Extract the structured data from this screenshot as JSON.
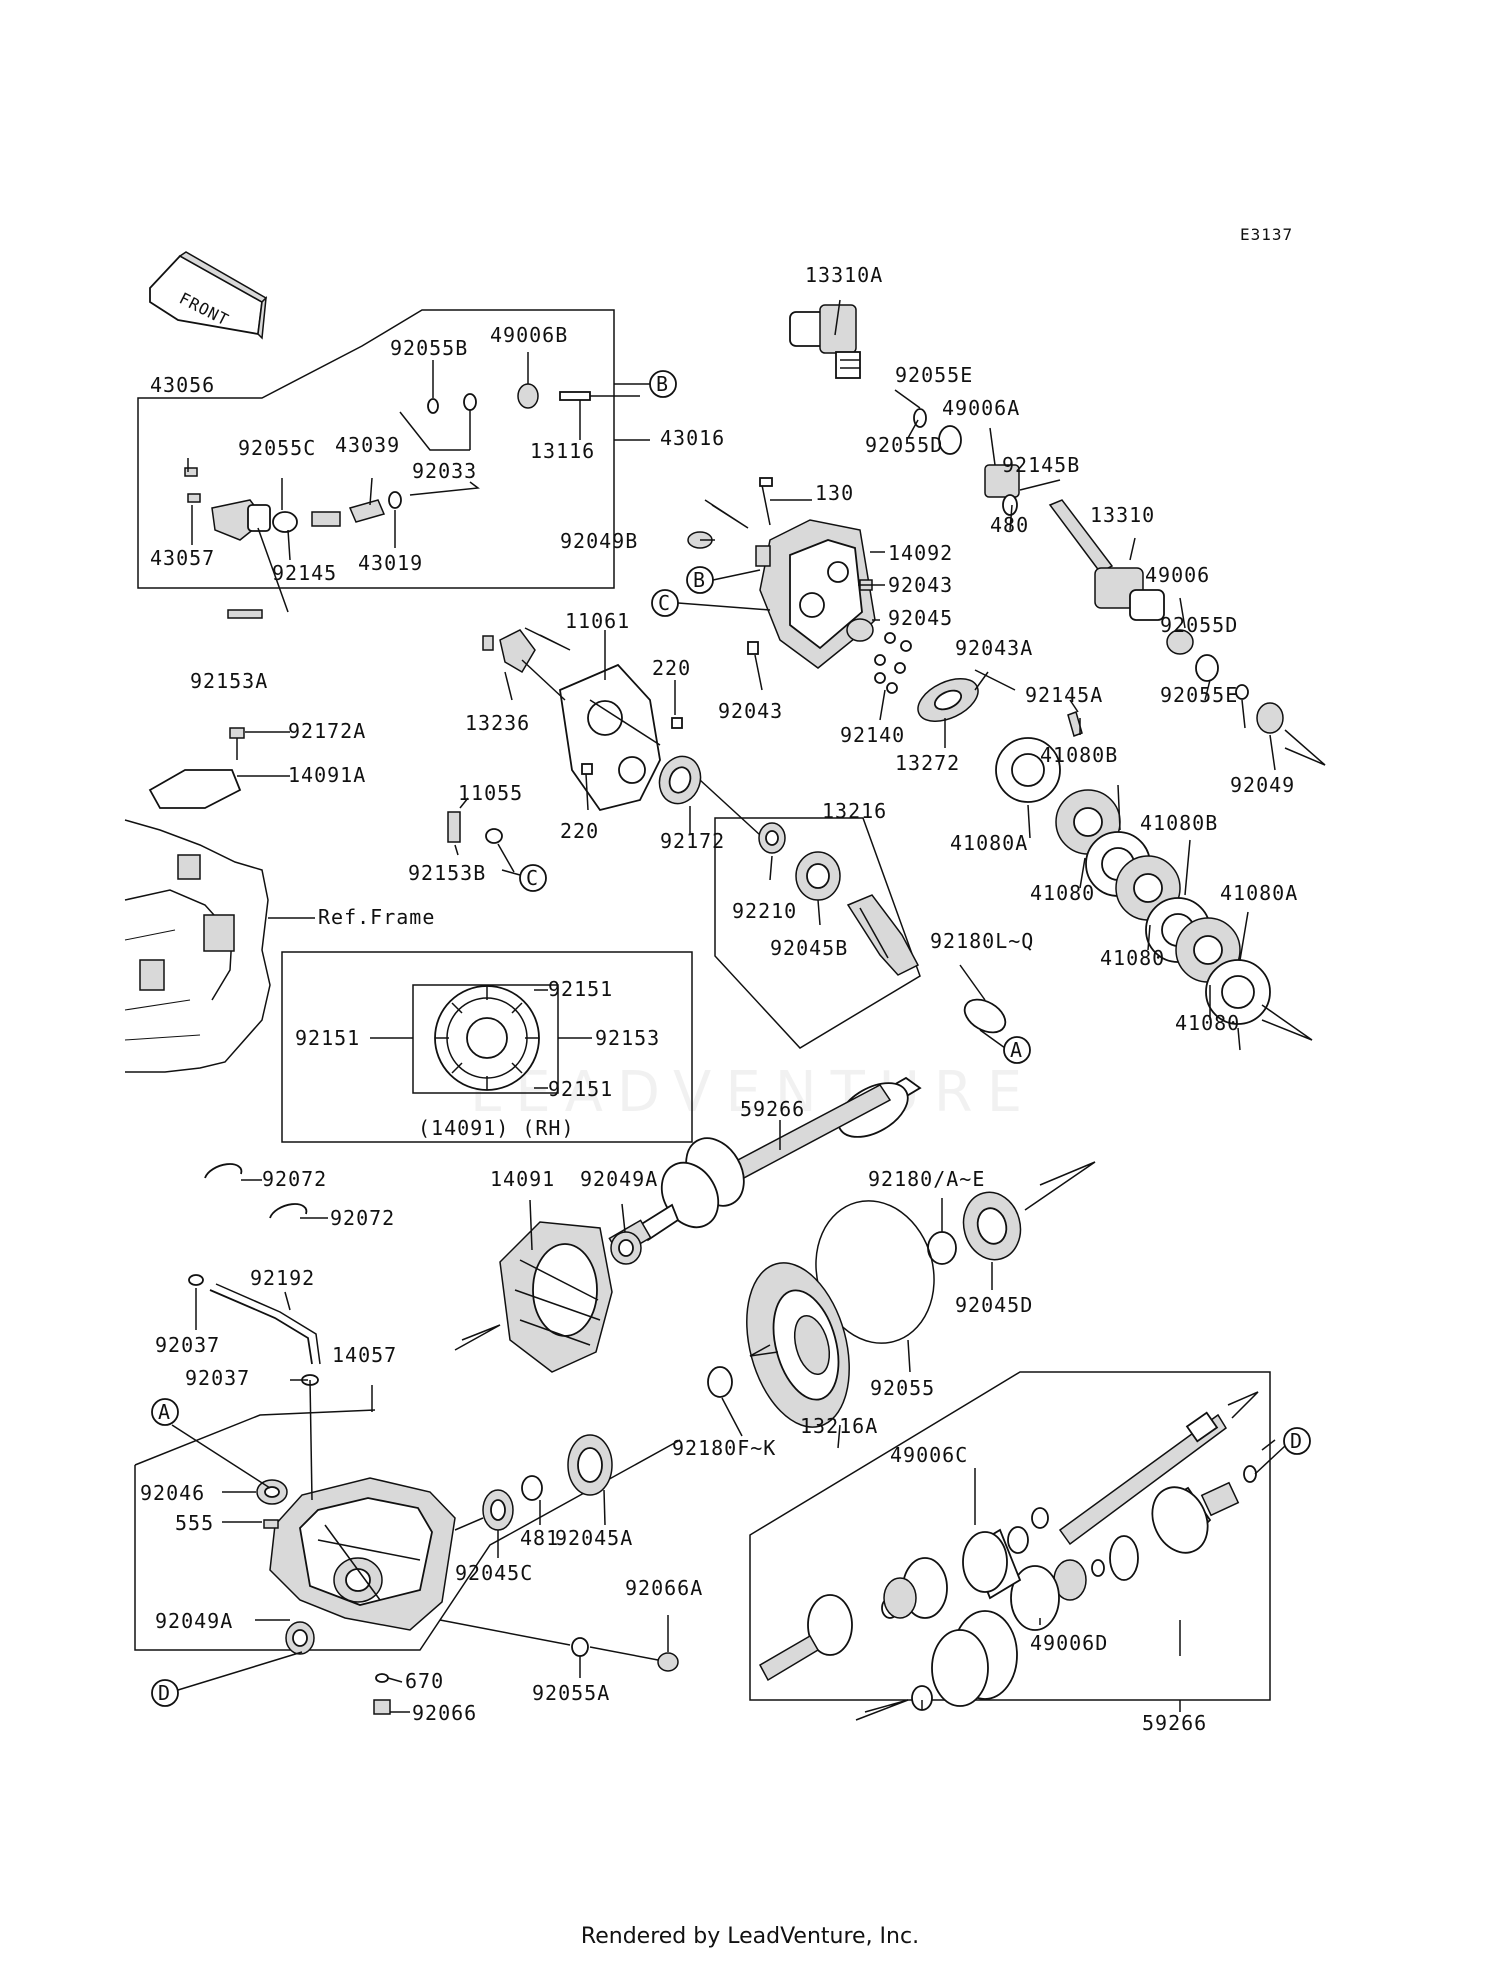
{
  "diagram": {
    "code": "E3137",
    "front_label": "FRONT",
    "ref_frame": "Ref.Frame",
    "inset_caption": "(14091) (RH)",
    "watermark": "LEADVENTURE",
    "callouts": {
      "a": "A",
      "b": "B",
      "c": "C",
      "d": "D"
    },
    "labels": {
      "p13310A": "13310A",
      "p92055E_top": "92055E",
      "p49006A": "49006A",
      "p92055D_top": "92055D",
      "p92145B": "92145B",
      "p480": "480",
      "p13310": "13310",
      "p49006": "49006",
      "p92055D_r": "92055D",
      "p92055E_r": "92055E",
      "p92049_r": "92049",
      "p130": "130",
      "p14092": "14092",
      "p92049B": "92049B",
      "p92043_a": "92043",
      "p92045": "92045",
      "p92043_b": "92043",
      "p92043A": "92043A",
      "p92145A": "92145A",
      "p92140": "92140",
      "p13272": "13272",
      "p41080B_1": "41080B",
      "p41080B_2": "41080B",
      "p41080A_1": "41080A",
      "p41080_1": "41080",
      "p41080A_2": "41080A",
      "p41080_2": "41080",
      "p41080_3": "41080",
      "p92055B": "92055B",
      "p49006B": "49006B",
      "p43056": "43056",
      "p92055C": "92055C",
      "p43039": "43039",
      "p92033": "92033",
      "p13116": "13116",
      "p43016": "43016",
      "p43057": "43057",
      "p92145": "92145",
      "p43019": "43019",
      "p92153A": "92153A",
      "p11061": "11061",
      "p220_a": "220",
      "p13236": "13236",
      "p220_b": "220",
      "p92172": "92172",
      "p92172A": "92172A",
      "p14091A": "14091A",
      "p11055": "11055",
      "p92153B": "92153B",
      "p13216": "13216",
      "p92210": "92210",
      "p92045B": "92045B",
      "p92180LQ": "92180L~Q",
      "p92151_a": "92151",
      "p92151_b": "92151",
      "p92153": "92153",
      "p92151_c": "92151",
      "p59266_a": "59266",
      "p92072_a": "92072",
      "p92072_b": "92072",
      "p14091": "14091",
      "p92049A_a": "92049A",
      "p92180AE": "92180/A~E",
      "p92045D": "92045D",
      "p92192": "92192",
      "p92037_a": "92037",
      "p92037_b": "92037",
      "p14057": "14057",
      "p92055": "92055",
      "p13216A": "13216A",
      "p92180FK": "92180F~K",
      "p92046": "92046",
      "p555": "555",
      "p481": "481",
      "p92045A": "92045A",
      "p92045C": "92045C",
      "p92049A_b": "92049A",
      "p92066A": "92066A",
      "p670": "670",
      "p92055A": "92055A",
      "p92066": "92066",
      "p49006C": "49006C",
      "p49006D": "49006D",
      "p59266_b": "59266"
    }
  },
  "footer": {
    "text": "Rendered by LeadVenture, Inc."
  }
}
